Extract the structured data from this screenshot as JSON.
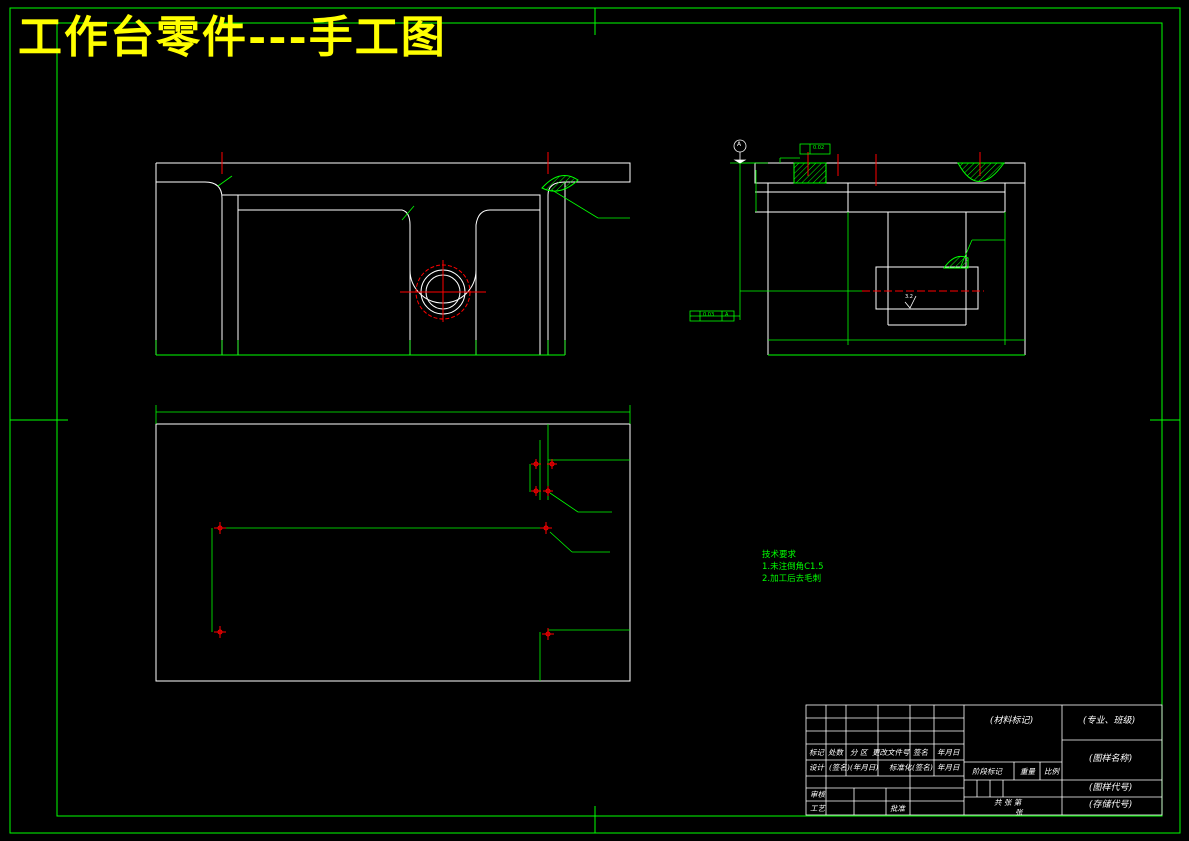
{
  "drawing": {
    "title": "工作台零件---手工图",
    "tech_requirements": {
      "heading": "技术要求",
      "items": [
        "1.未注倒角C1.5",
        "2.加工后去毛刺"
      ]
    },
    "annotations": {
      "datum_label": "A",
      "flatness_value": "0.02",
      "parallelism_value": "0.03",
      "parallelism_datum": "A",
      "surface_roughness": "3.2"
    },
    "title_block": {
      "material": "(材料标记)",
      "school": "(专业、班级)",
      "part_name": "(图样名称)",
      "drawing_number": "(图样代号)",
      "storage_code": "(存储代号)",
      "mark": "标记",
      "count": "处数",
      "zone": "分 区",
      "change_doc": "更改文件号",
      "signature": "签名",
      "date": "年月日",
      "design": "设计",
      "signature2": "(签名)",
      "date2": "(年月日)",
      "standardize": "标准化",
      "signature3": "(签名)",
      "date3": "年月日",
      "stage_mark": "阶段标记",
      "weight": "重量",
      "scale": "比例",
      "review": "审核",
      "process": "工艺",
      "approve": "批准",
      "sheet_info": "共  张   第",
      "sheet_word": "张"
    }
  }
}
